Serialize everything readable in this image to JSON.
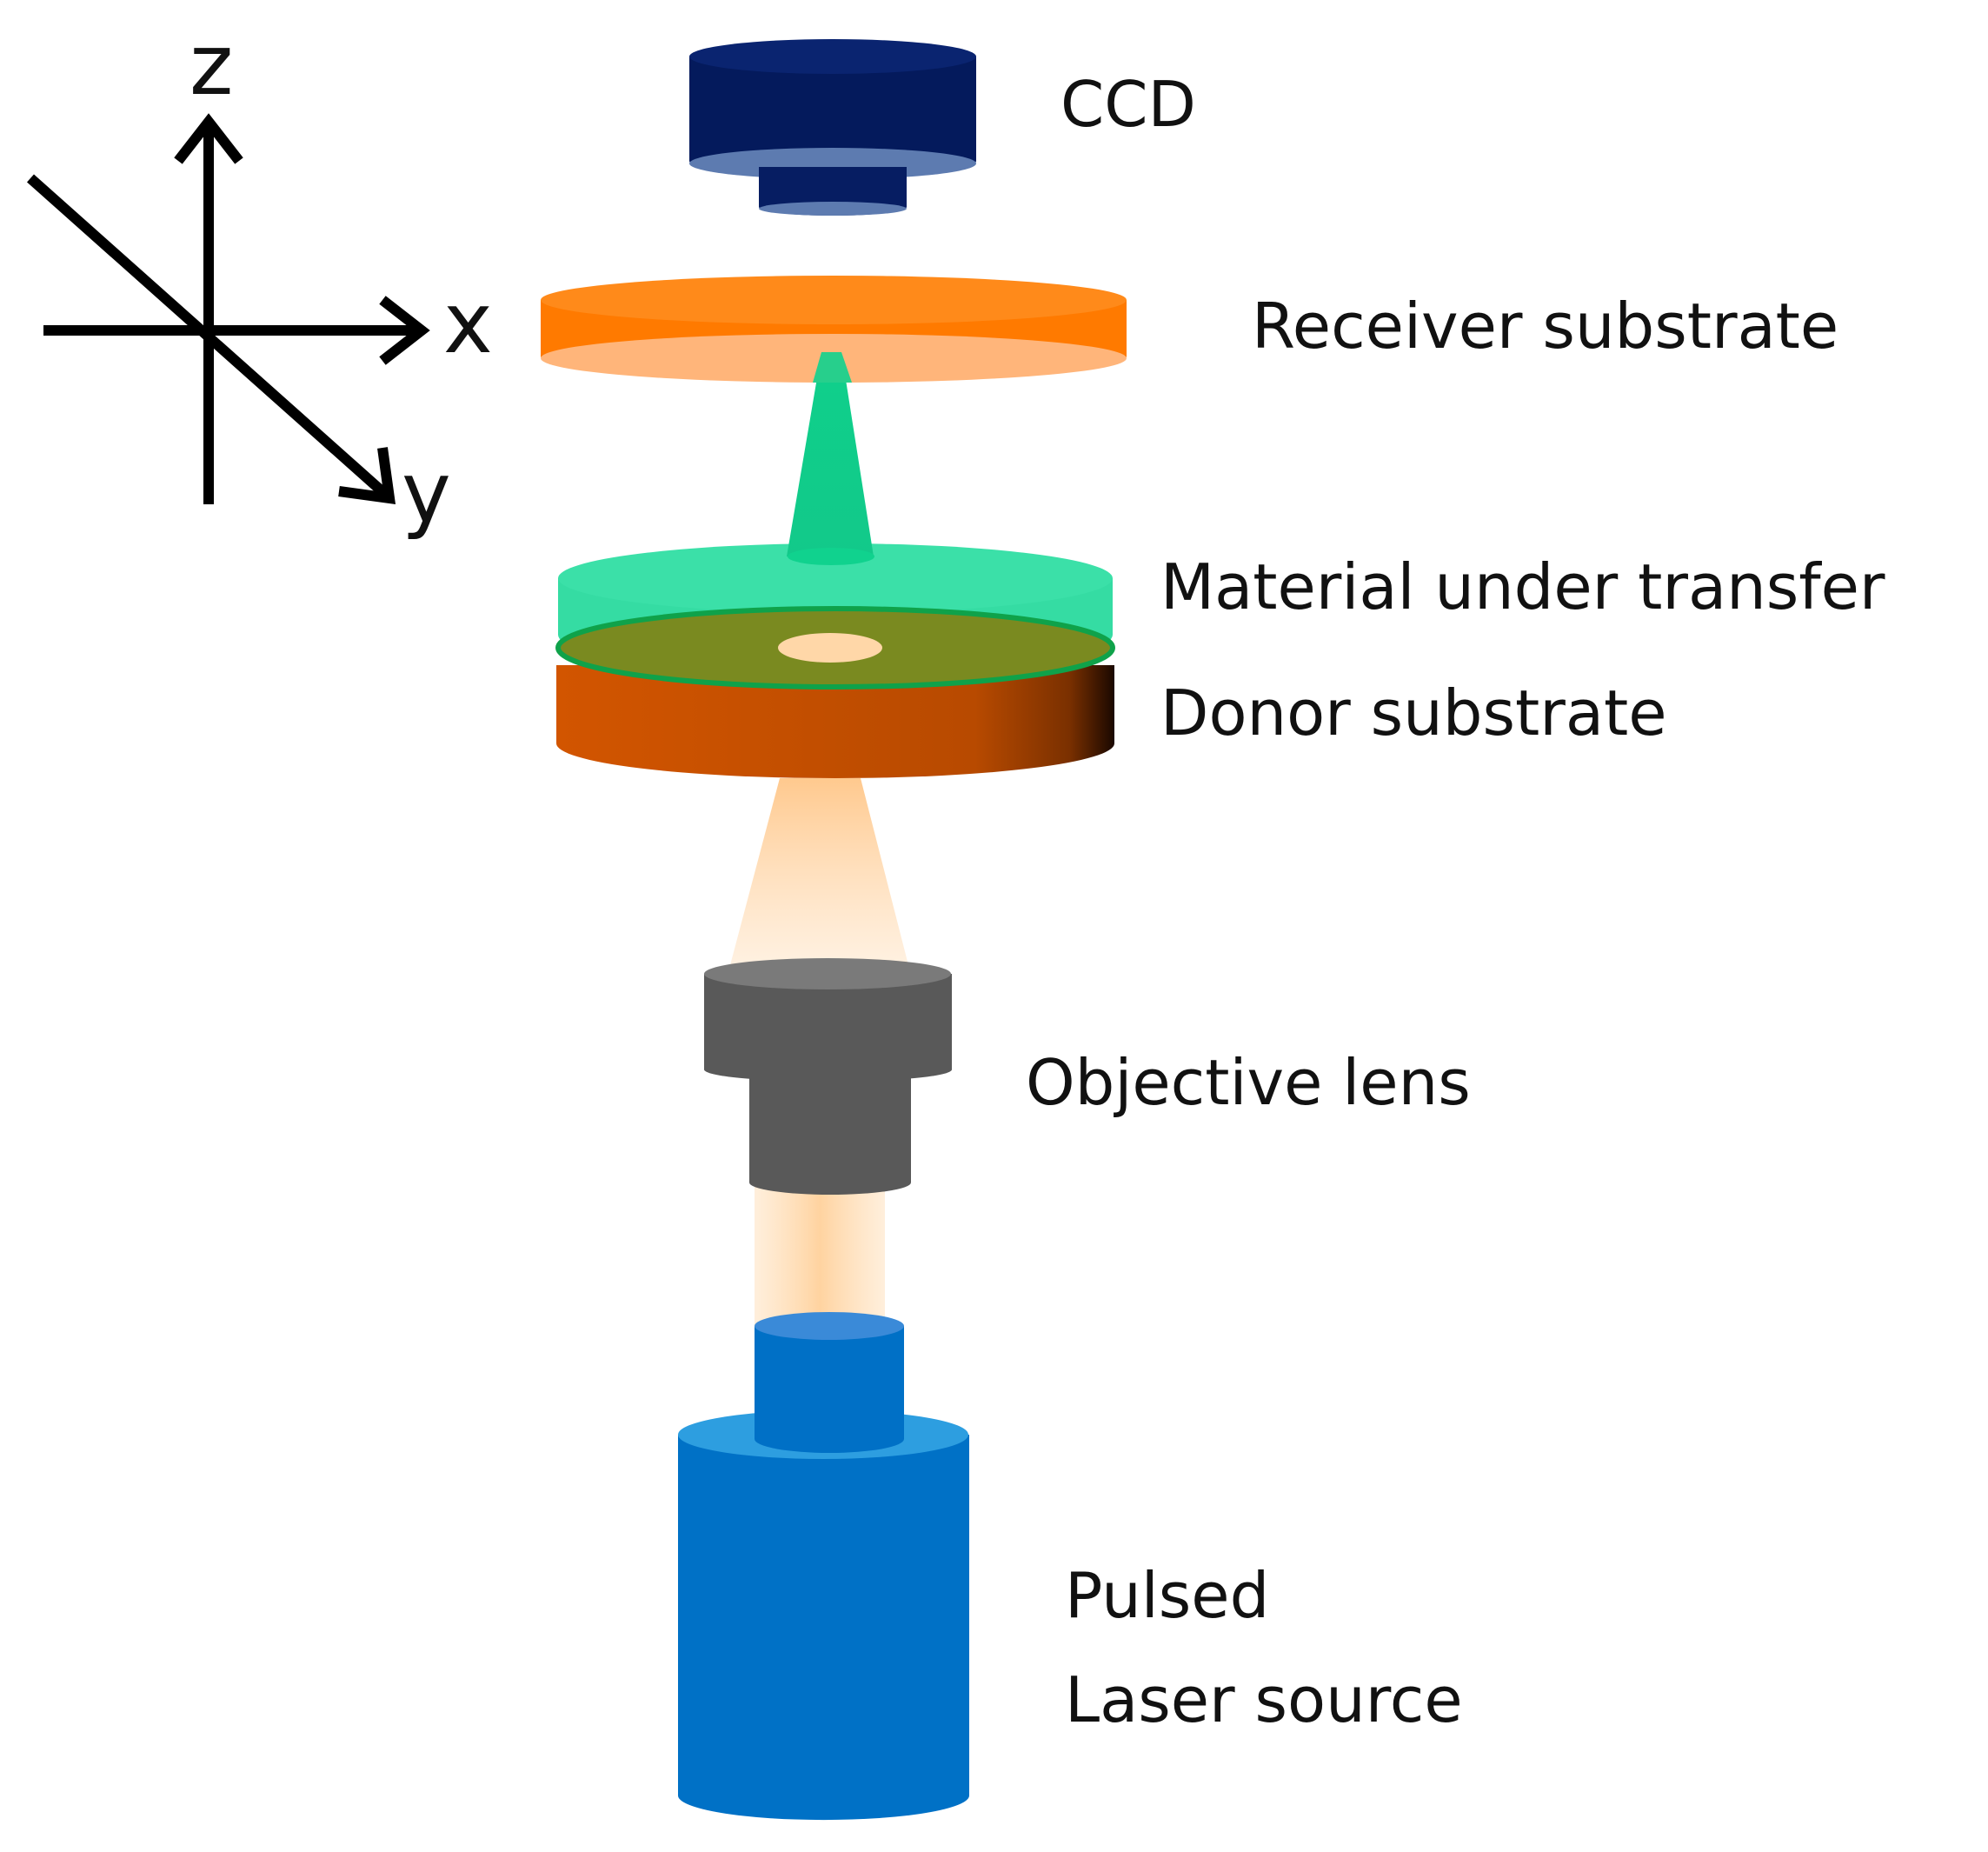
{
  "labels": {
    "ccd": "CCD",
    "receiver": "Receiver substrate",
    "material": "Material under transfer",
    "donor": "Donor substrate",
    "objective": "Objective lens",
    "laser_line1": "Pulsed",
    "laser_line2": "Laser source"
  },
  "axes": {
    "x": "x",
    "y": "y",
    "z": "z"
  },
  "colors": {
    "ccd": "#041a5c",
    "receiver": "#ff7a00",
    "material": "#10d28e",
    "donor": "#c75000",
    "objective": "#595959",
    "laser": "#0070c8",
    "beam": "#ffd7a8"
  }
}
